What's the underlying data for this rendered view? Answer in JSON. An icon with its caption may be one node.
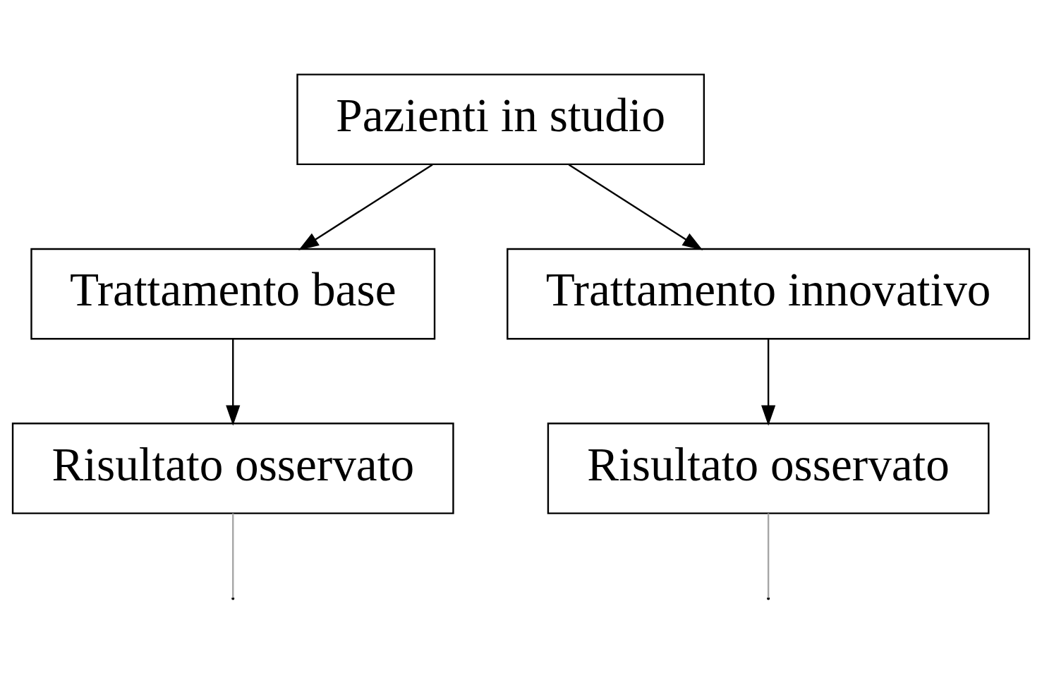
{
  "diagram": {
    "nodes": [
      {
        "text": [
          "Pazienti in studio"
        ]
      },
      {
        "text": [
          "Trattamento base"
        ]
      },
      {
        "text": [
          "Trattamento innovativo"
        ]
      },
      {
        "text": [
          "Risultato osservato"
        ]
      },
      {
        "text": [
          "Risultato osservato"
        ]
      }
    ],
    "edges": [
      {
        "from": 0,
        "to": 1,
        "arrow": "to"
      },
      {
        "from": 0,
        "to": 2,
        "arrow": "to"
      },
      {
        "from": 1,
        "to": 3,
        "arrow": "to"
      },
      {
        "from": 2,
        "to": 4,
        "arrow": "to"
      },
      {
        "from": 3,
        "to": null,
        "arrow": "none",
        "color": "#a6a6a6"
      },
      {
        "from": 4,
        "to": null,
        "arrow": "none",
        "color": "#a6a6a6"
      }
    ]
  }
}
